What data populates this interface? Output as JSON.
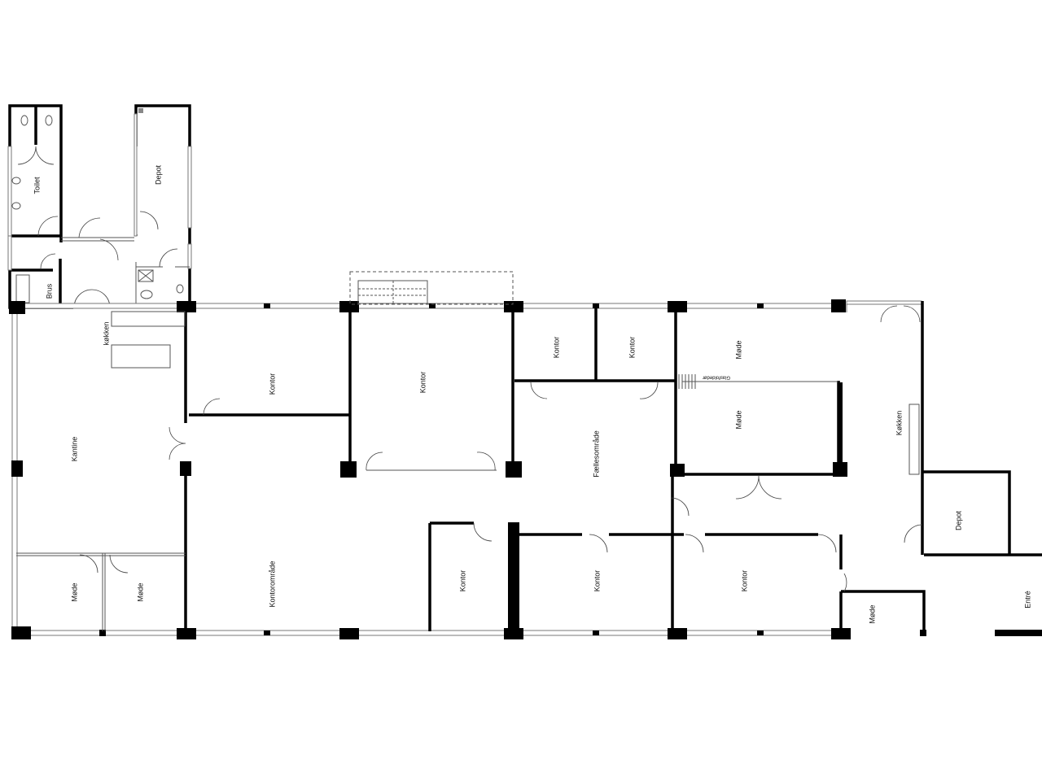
{
  "rooms": {
    "toilet": "Toilet",
    "depot_annex": "Depot",
    "brus": "Brus",
    "kokken_small": "køkken",
    "kantine": "Kantine",
    "mode_1": "Møde",
    "mode_2": "Møde",
    "kontoromrade": "Kontorområde",
    "kontor_1": "Kontor",
    "kontor_2": "Kontor",
    "kontor_3": "Kontor",
    "kontor_4": "Kontor",
    "faellesomrade": "Fællesområde",
    "mode_3": "Møde",
    "mode_4": "Møde",
    "glasfoldedor": "Glasfoldedør",
    "kokken": "Køkken",
    "depot": "Depot",
    "kontor_5": "Kontor",
    "kontor_6": "Kontor",
    "kontor_7": "Kontor",
    "mode_5": "Møde",
    "entre": "Entré"
  }
}
